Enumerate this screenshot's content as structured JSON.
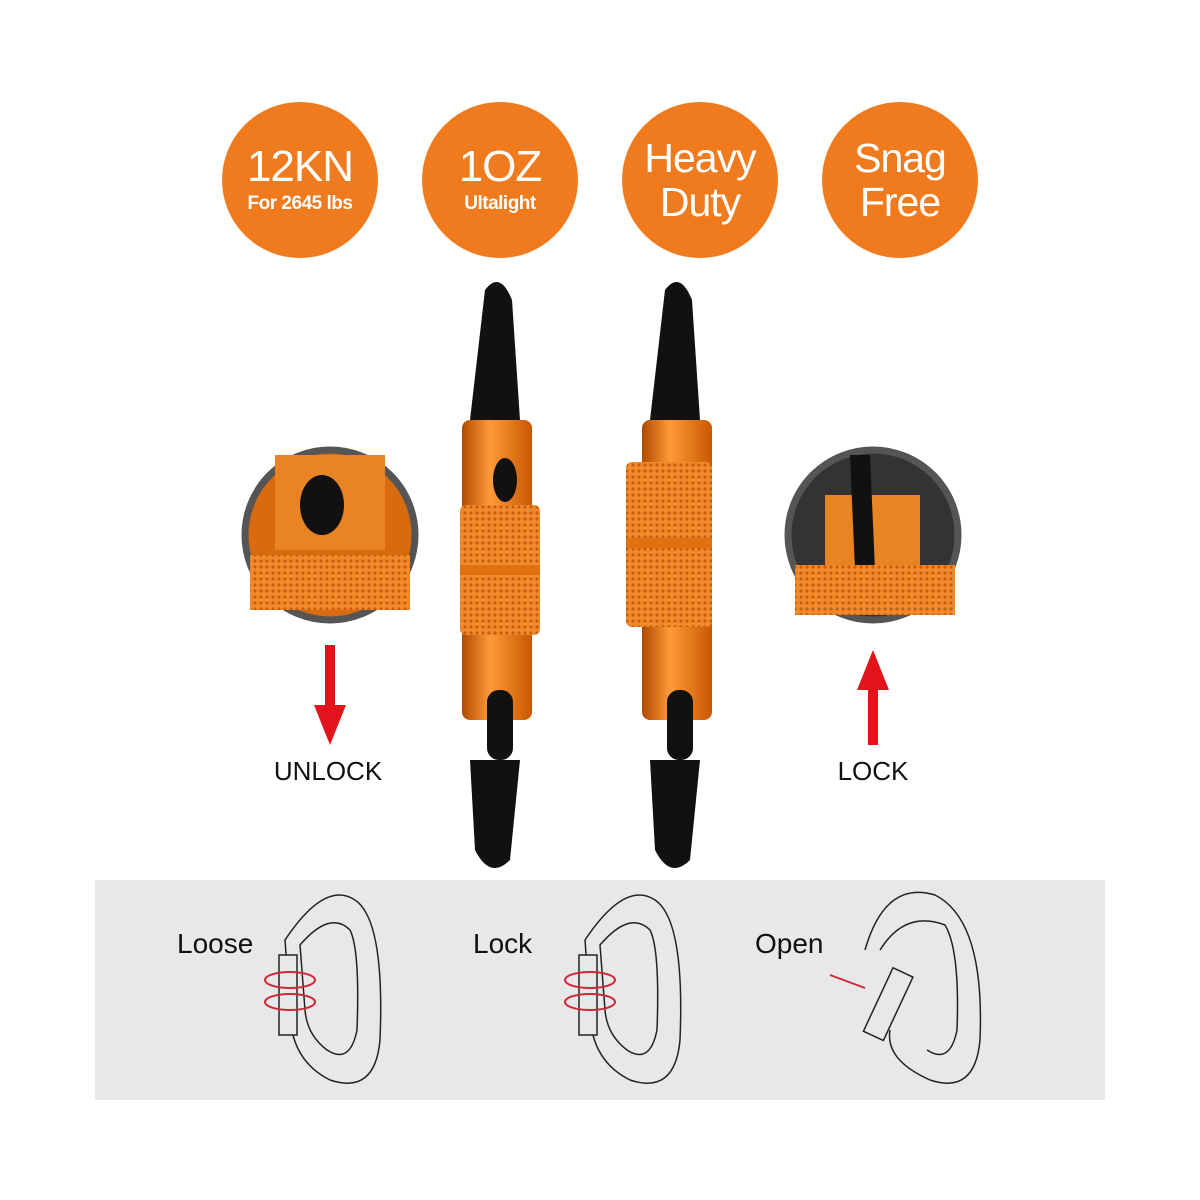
{
  "badges": [
    {
      "line1": "12KN",
      "line2": "For 2645 lbs"
    },
    {
      "line1": "1OZ",
      "line2": "Ultalight"
    },
    {
      "line1": "Heavy",
      "line2": "Duty"
    },
    {
      "line1": "Snag",
      "line2": "Free"
    }
  ],
  "labels": {
    "unlock": "UNLOCK",
    "lock": "LOCK"
  },
  "diagram": {
    "loose": "Loose",
    "lock": "Lock",
    "open": "Open"
  },
  "colors": {
    "orange": "#f07a1e",
    "red": "#e0141a",
    "panel": "#e8e8e8"
  }
}
